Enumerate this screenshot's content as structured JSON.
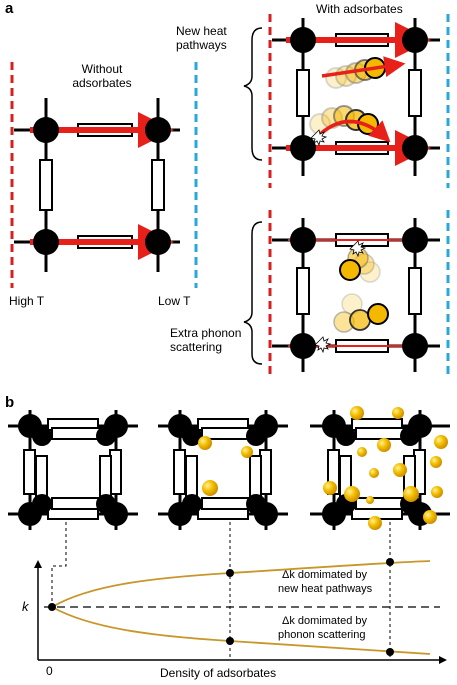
{
  "panel_a": {
    "label": "a",
    "without_title_line1": "Without",
    "without_title_line2": "adsorbates",
    "with_title": "With adsorbates",
    "new_heat_line1": "New heat",
    "new_heat_line2": "pathways",
    "extra_line1": "Extra phonon",
    "extra_line2": "scattering",
    "high_t": "High T",
    "low_t": "Low T"
  },
  "panel_b": {
    "label": "b",
    "y_label": "k",
    "x_zero": "0",
    "x_label": "Density of adsorbates",
    "upper_note_line1": "Δk domimated by",
    "upper_note_line2": "new heat pathways",
    "lower_note_line1": "Δk domimated by",
    "lower_note_line2": "phonon scattering"
  },
  "colors": {
    "hot_wall": "#d62020",
    "cold_wall": "#2aa7d8",
    "heat_arrow": "#e8201a",
    "adsorbate": "#f5b800",
    "curve": "#c9962a"
  }
}
